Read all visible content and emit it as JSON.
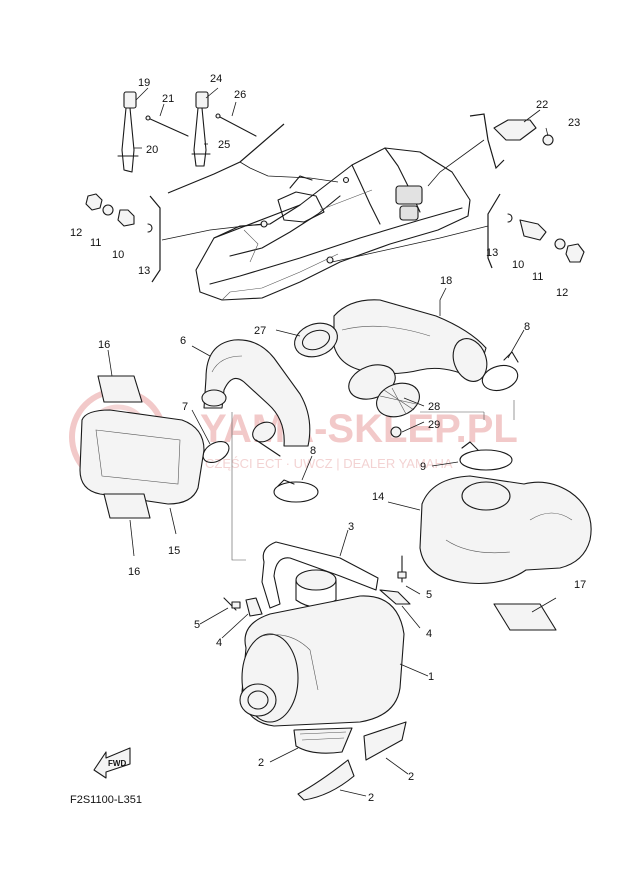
{
  "watermark": {
    "text": "YAMA-SKLEP.PL",
    "subtext": "CZĘŚCI ECT · UWCZ | DEALER YAMAHA"
  },
  "diagram_code": "F2S1100-L351",
  "fwd_label": "FWD",
  "callouts": [
    "1",
    "2",
    "2",
    "2",
    "3",
    "4",
    "4",
    "5",
    "5",
    "6",
    "7",
    "8",
    "8",
    "9",
    "10",
    "10",
    "11",
    "11",
    "12",
    "12",
    "13",
    "13",
    "14",
    "15",
    "16",
    "16",
    "17",
    "18",
    "19",
    "20",
    "21",
    "22",
    "23",
    "24",
    "25",
    "26",
    "27",
    "28",
    "29"
  ]
}
